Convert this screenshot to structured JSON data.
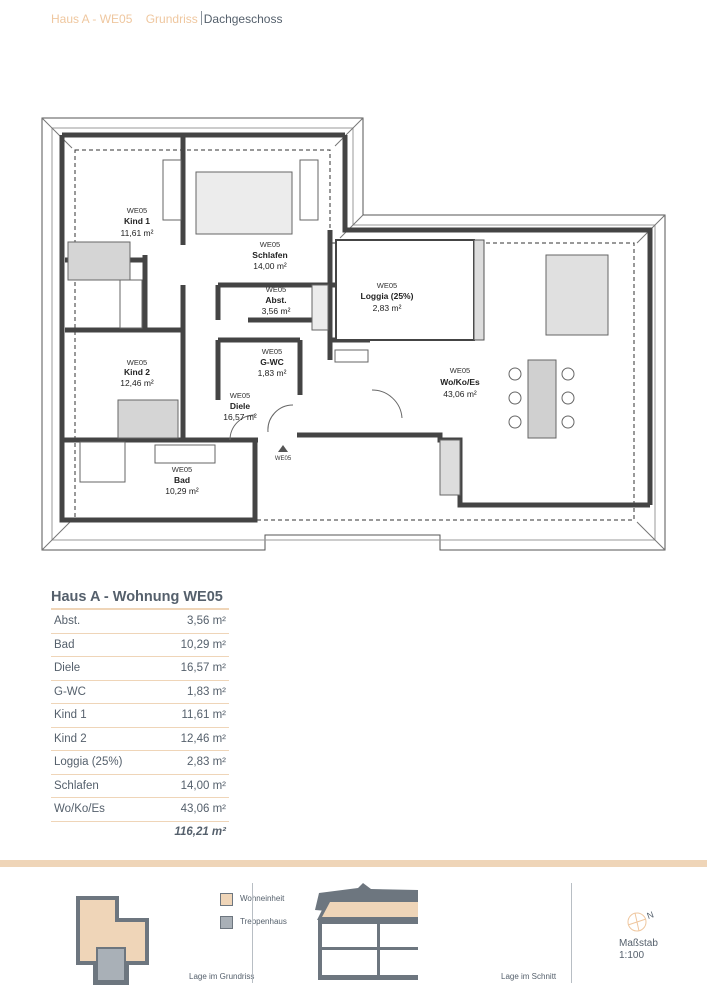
{
  "header": {
    "project": "Haus A - WE05",
    "type": "Grundriss",
    "floor": "Dachgeschoss"
  },
  "plan": {
    "entrance_tag": "WE05",
    "rooms": [
      {
        "tag": "WE05",
        "name": "Kind 1",
        "area": "11,61 m²"
      },
      {
        "tag": "WE05",
        "name": "Schlafen",
        "area": "14,00 m²"
      },
      {
        "tag": "WE05",
        "name": "Abst.",
        "area": "3,56 m²"
      },
      {
        "tag": "WE05",
        "name": "Loggia (25%)",
        "area": "2,83 m²"
      },
      {
        "tag": "WE05",
        "name": "G-WC",
        "area": "1,83 m²"
      },
      {
        "tag": "WE05",
        "name": "Kind 2",
        "area": "12,46 m²"
      },
      {
        "tag": "WE05",
        "name": "Wo/Ko/Es",
        "area": "43,06 m²"
      },
      {
        "tag": "WE05",
        "name": "Diele",
        "area": "16,57 m²"
      },
      {
        "tag": "WE05",
        "name": "Bad",
        "area": "10,29 m²"
      }
    ]
  },
  "table": {
    "title": "Haus A - Wohnung WE05",
    "rows": [
      {
        "name": "Abst.",
        "area": "3,56 m²"
      },
      {
        "name": "Bad",
        "area": "10,29 m²"
      },
      {
        "name": "Diele",
        "area": "16,57 m²"
      },
      {
        "name": "G-WC",
        "area": "1,83 m²"
      },
      {
        "name": "Kind 1",
        "area": "11,61 m²"
      },
      {
        "name": "Kind 2",
        "area": "12,46 m²"
      },
      {
        "name": "Loggia (25%)",
        "area": "2,83 m²"
      },
      {
        "name": "Schlafen",
        "area": "14,00 m²"
      },
      {
        "name": "Wo/Ko/Es",
        "area": "43,06 m²"
      }
    ],
    "total": "116,21 m²"
  },
  "footer": {
    "legend": [
      {
        "label": "Wohneinheit",
        "color": "#efd5b8"
      },
      {
        "label": "Treppenhaus",
        "color": "#a9b0b7"
      }
    ],
    "plan_caption": "Lage im Grundriss",
    "section_caption": "Lage im Schnitt",
    "scale_label": "Maßstab",
    "scale_value": "1:100",
    "north_label": "N"
  }
}
